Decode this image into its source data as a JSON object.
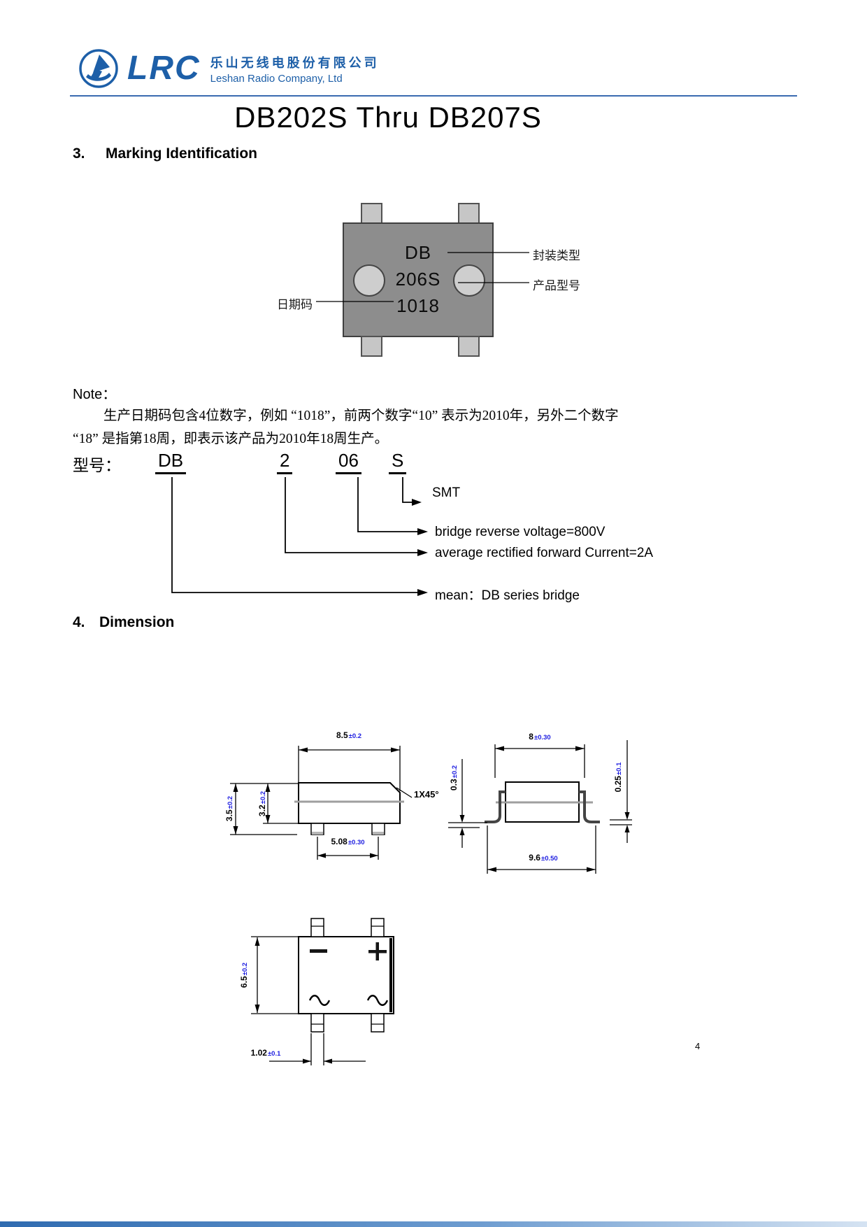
{
  "header": {
    "logo_abbr": "LRC",
    "company_cn": "乐山无线电股份有限公司",
    "company_en": "Leshan Radio Company, Ltd"
  },
  "title": "DB202S Thru DB207S",
  "marking_section": {
    "number": "3.",
    "heading": "Marking Identification",
    "chip": {
      "line1": "DB",
      "line2": "206S",
      "line3": "1018"
    },
    "callouts": {
      "package_type": "封装类型",
      "product_model": "产品型号",
      "date_code": "日期码"
    }
  },
  "note": {
    "label": "Note：",
    "line1": "生产日期码包含4位数字，例如 “1018”，前两个数字“10” 表示为2010年，另外二个数字",
    "line2": "“18” 是指第18周，即表示该产品为2010年18周生产。"
  },
  "model": {
    "label": "型号：",
    "part1": "DB",
    "part2": "2",
    "part3": "06",
    "part4": "S",
    "smt": "SMT",
    "voltage": "bridge reverse voltage=800V",
    "current": "average rectified forward Current=2A",
    "mean": "mean：DB series bridge"
  },
  "dimension_section": {
    "number": "4.",
    "heading": "Dimension",
    "front": {
      "width": {
        "v": "8.5",
        "t": "±0.2"
      },
      "height": {
        "v": "3.5",
        "t": "±0.2"
      },
      "body_height": {
        "v": "3.2",
        "t": "±0.2"
      },
      "pin_pitch": {
        "v": "5.08",
        "t": "±0.30"
      },
      "chamfer": "1X45°"
    },
    "side": {
      "width": {
        "v": "8",
        "t": "±0.30"
      },
      "standoff": {
        "v": "0.3",
        "t": "±0.2"
      },
      "lead_span": {
        "v": "9.6",
        "t": "±0.50"
      },
      "lead_thickness": {
        "v": "0.25",
        "t": "±0.1"
      }
    },
    "top": {
      "depth": {
        "v": "6.5",
        "t": "±0.2"
      },
      "pin_width": {
        "v": "1.02",
        "t": "±0.1"
      }
    }
  },
  "page": {
    "number": "4"
  }
}
